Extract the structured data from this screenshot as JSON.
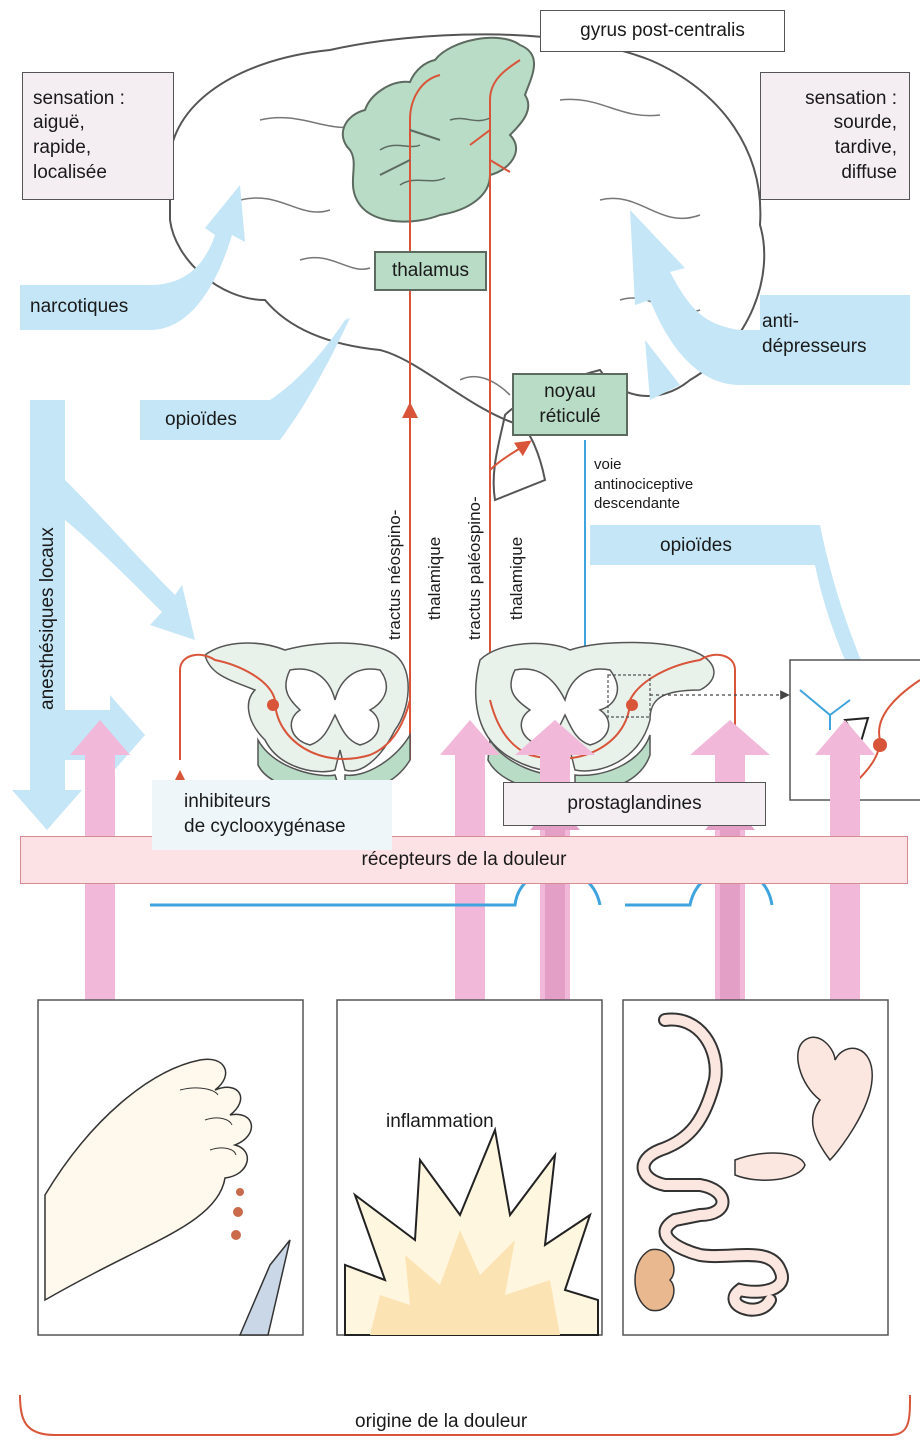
{
  "labels": {
    "gyrus": "gyrus post-centralis",
    "sensation_left": "sensation :\naiguë,\nrapide,\nlocalisée",
    "sensation_right": "sensation :\nsourde,\ntardive,\ndiffuse",
    "thalamus": "thalamus",
    "narcotiques": "narcotiques",
    "antidepresseurs": "anti-\ndépresseurs",
    "noyau": "noyau\nréticulé",
    "opioides_top": "opioïdes",
    "anesthesiques": "anesthésiques locaux",
    "tract_neo_1": "tractus néospino-",
    "tract_neo_2": "thalamique",
    "tract_paleo_1": "tractus paléospino-",
    "tract_paleo_2": "thalamique",
    "voie": "voie\nantinociceptive\ndescendante",
    "opioides_right": "opioïdes",
    "recepteurs": "récepteurs de la douleur",
    "inhibiteurs": "inhibiteurs\nde cyclooxygénase",
    "prostaglandines": "prostaglandines",
    "inflammation": "inflammation",
    "origine": "origine de la douleur"
  },
  "colors": {
    "blue_arrow": "#c4e6f6",
    "blue_line": "#3fa3dd",
    "pink_arrow": "#f1b8d9",
    "green": "#b9dcc6",
    "red_path": "#d9553a",
    "receptor_bar": "#fde2e5"
  }
}
